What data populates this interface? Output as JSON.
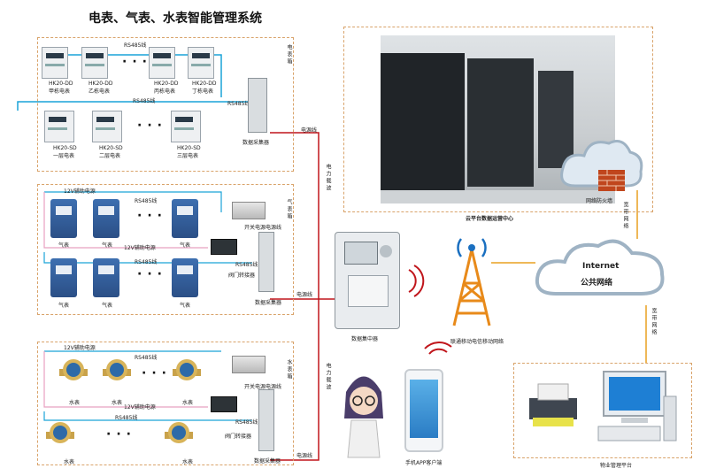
{
  "title": "电表、气表、水表智能管理系统",
  "electric": {
    "bus_top": "RS485线",
    "bus_mid": "RS485线",
    "rs485_out": "RS485线",
    "meters": [
      {
        "model": "HK20-DD",
        "name": "甲栋电表"
      },
      {
        "model": "HK20-DD",
        "name": "乙栋电表"
      },
      {
        "model": "HK20-DD",
        "name": "丙栋电表"
      },
      {
        "model": "HK20-DD",
        "name": "丁栋电表"
      },
      {
        "model": "HK20-SD",
        "name": "一层电表"
      },
      {
        "model": "HK20-SD",
        "name": "二层电表"
      },
      {
        "model": "HK20-SD",
        "name": "三层电表"
      }
    ],
    "collector": "数据采集器",
    "side_label": "电表箱",
    "power_line": "电源线",
    "carrier": "电力载波"
  },
  "gas": {
    "aux_top": "12V辅助电源",
    "bus_top": "RS485线",
    "aux_mid": "12V辅助电源",
    "bus_mid": "RS485线",
    "rs485_out": "RS485线",
    "meter_label": "气表",
    "switch_psu": "开关电源",
    "valve": "阀门转接器",
    "collector": "数据采集器",
    "side_label": "气表箱",
    "power_line": "电源线",
    "power_line2": "电源线"
  },
  "water": {
    "aux_top": "12V辅助电源",
    "bus_top": "RS485线",
    "aux_mid": "12V辅助电源",
    "bus_mid": "RS485线",
    "rs485_out": "RS485线",
    "meter_label": "水表",
    "switch_psu": "开关电源",
    "valve": "阀门转接器",
    "collector": "数据采集器",
    "side_label": "水表箱",
    "power_line": "电源线",
    "power_line2": "电源线",
    "carrier": "电力载波"
  },
  "concentrator": "数据集中器",
  "tower": "联通移动电信移动网络",
  "app": "手机APP客户端",
  "cloud_center": "云平台数据运营中心",
  "firewall": "网络防火墙",
  "broadband": "宽带网络",
  "internet": {
    "line1": "Internet",
    "line2": "公共网络"
  },
  "broadband2": "宽带网络",
  "platform": "物业管理平台",
  "colors": {
    "border": "#d9a36a",
    "link_red": "#c0151b",
    "link_blue": "#1aa3d8",
    "link_orange": "#e8a020"
  }
}
